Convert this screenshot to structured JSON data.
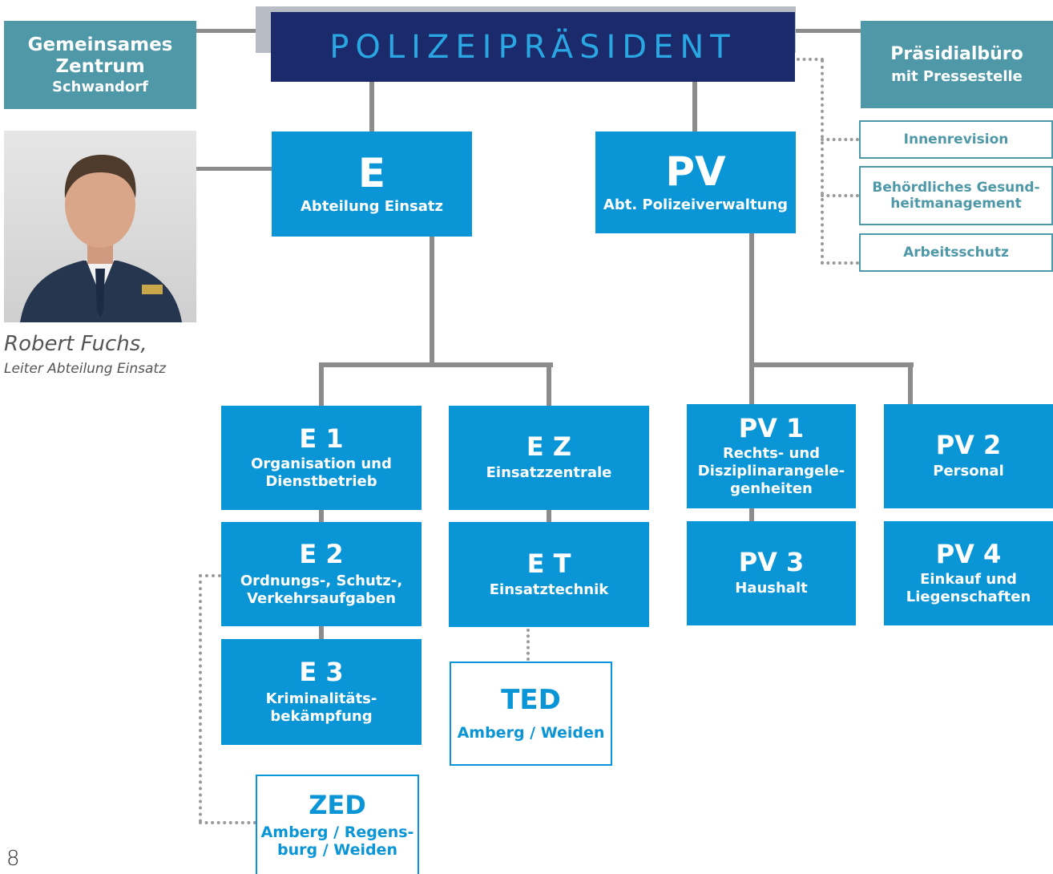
{
  "top": {
    "title": "POLIZEIPRÄSIDENT",
    "left_box": [
      "Gemeinsames",
      "Zentrum",
      "Schwandorf"
    ],
    "right_box": [
      "Präsidialbüro",
      "mit Pressestelle"
    ]
  },
  "staff": {
    "innenrevision": "Innenrevision",
    "gesundheit": [
      "Behördliches Gesund-",
      "heitmanagement"
    ],
    "arbeitsschutz": "Arbeitsschutz"
  },
  "photo": {
    "name": "Robert Fuchs,",
    "role": "Leiter Abteilung Einsatz"
  },
  "dept_e": {
    "code": "E",
    "label": "Abteilung Einsatz"
  },
  "dept_pv": {
    "code": "PV",
    "label": "Abt. Polizeiverwaltung"
  },
  "units": {
    "e1": {
      "code": "E 1",
      "label": [
        "Organisation und",
        "Dienstbetrieb"
      ]
    },
    "e2": {
      "code": "E 2",
      "label": [
        "Ordnungs-, Schutz-,",
        "Verkehrsaufgaben"
      ]
    },
    "e3": {
      "code": "E 3",
      "label": [
        "Kriminalitäts-",
        "bekämpfung"
      ]
    },
    "ez": {
      "code": "E Z",
      "label": [
        "Einsatzzentrale"
      ]
    },
    "et": {
      "code": "E T",
      "label": [
        "Einsatztechnik"
      ]
    },
    "pv1": {
      "code": "PV 1",
      "label": [
        "Rechts- und",
        "Disziplinarangele-",
        "genheiten"
      ]
    },
    "pv2": {
      "code": "PV 2",
      "label": [
        "Personal"
      ]
    },
    "pv3": {
      "code": "PV 3",
      "label": [
        "Haushalt"
      ]
    },
    "pv4": {
      "code": "PV 4",
      "label": [
        "Einkauf und",
        "Liegenschaften"
      ]
    }
  },
  "ted": {
    "code": "TED",
    "label": "Amberg / Weiden"
  },
  "zed": {
    "code": "ZED",
    "label": [
      "Amberg / Regens-",
      "burg / Weiden"
    ]
  },
  "page_number": "8",
  "colors": {
    "blue": "#0a96d6",
    "teal": "#4f98a8",
    "navy": "#1b2a6b",
    "connector": "#8c8c8c"
  }
}
